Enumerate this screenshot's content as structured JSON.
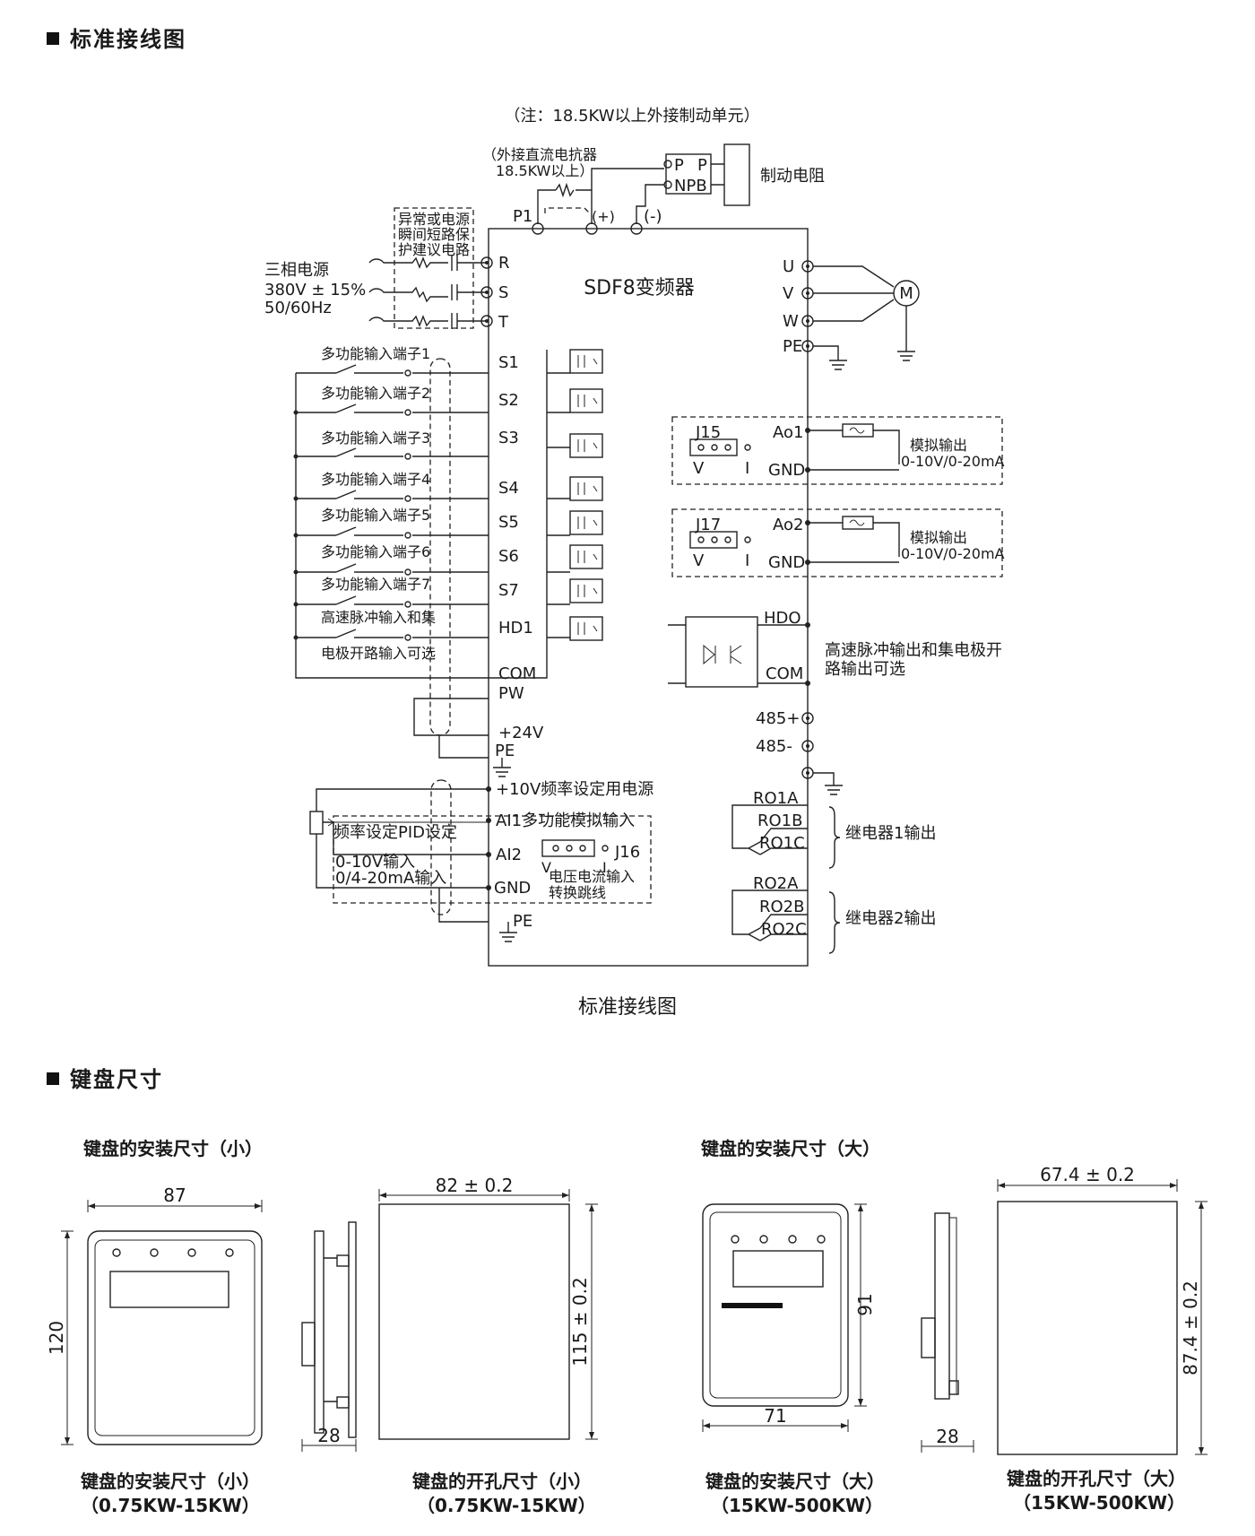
{
  "sections": {
    "wiring_heading": "标准接线图",
    "keyboard_heading": "键盘尺寸"
  },
  "wiring": {
    "note": "（注：18.5KW以上外接制动单元）",
    "reactor_note_1": "（外接直流电抗器",
    "reactor_note_2": "18.5KW以上）",
    "brake_resistor": "制动电阻",
    "brake_unit_p1": "P",
    "brake_unit_p2": "P",
    "brake_unit_npb": "NPB",
    "protect_1": "异常或电源",
    "protect_2": "瞬间短路保",
    "protect_3": "护建议电路",
    "power_1": "三相电源",
    "power_2": "380V ± 15%",
    "power_3": "50/60Hz",
    "device": "SDF8变频器",
    "p1": "P1",
    "plus": "(+)",
    "minus": "(-)",
    "r": "R",
    "s": "S",
    "t": "T",
    "u": "U",
    "v": "V",
    "w": "W",
    "pe": "PE",
    "motor": "M",
    "inputs": [
      "多功能输入端子1",
      "多功能输入端子2",
      "多功能输入端子3",
      "多功能输入端子4",
      "多功能输入端子5",
      "多功能输入端子6",
      "多功能输入端子7",
      "高速脉冲输入和集",
      "电极开路输入可选"
    ],
    "terminals": [
      "S1",
      "S2",
      "S3",
      "S4",
      "S5",
      "S6",
      "S7",
      "HD1",
      "COM",
      "PW",
      "+24V",
      "PE"
    ],
    "j15": "J15",
    "ao1": "Ao1",
    "gnd": "GND",
    "j17": "J17",
    "ao2": "Ao2",
    "jv": "V",
    "ji": "I",
    "analog_out_1": "模拟输出",
    "analog_out_2": "0-10V/0-20mA",
    "hdo": "HDO",
    "com": "COM",
    "hdo_note_1": "高速脉冲输出和集电极开",
    "hdo_note_2": "路输出可选",
    "rs485_p": "485+",
    "rs485_n": "485-",
    "ten_v": "+10V频率设定用电源",
    "ai1": "AI1多功能模拟输入",
    "pid": "频率设定PID设定",
    "ai2": "AI2",
    "j16": "J16",
    "in_010": "0-10V输入",
    "in_020": "0/4-20mA输入",
    "jumper_1": "电压电流输入",
    "jumper_2": "转换跳线",
    "gnd2": "GND",
    "pe2": "PE",
    "ro1a": "RO1A",
    "ro1b": "RO1B",
    "ro1c": "RO1C",
    "relay1": "继电器1输出",
    "ro2a": "RO2A",
    "ro2b": "RO2B",
    "ro2c": "RO2C",
    "relay2": "继电器2输出",
    "caption": "标准接线图"
  },
  "keyboard": {
    "small_title": "键盘的安装尺寸（小）",
    "large_title": "键盘的安装尺寸（大）",
    "dim_87": "87",
    "dim_120": "120",
    "dim_28a": "28",
    "dim_82": "82 ± 0.2",
    "dim_115": "115 ± 0.2",
    "dim_91": "91",
    "dim_71": "71",
    "dim_28b": "28",
    "dim_674": "67.4 ± 0.2",
    "dim_874": "87.4 ± 0.2",
    "cap1_1": "键盘的安装尺寸（小）",
    "cap1_2": "（0.75KW-15KW）",
    "cap2_1": "键盘的开孔尺寸（小）",
    "cap2_2": "（0.75KW-15KW）",
    "cap3_1": "键盘的安装尺寸（大）",
    "cap3_2": "（15KW-500KW）",
    "cap4_1": "键盘的开孔尺寸（大）",
    "cap4_2": "（15KW-500KW）"
  }
}
